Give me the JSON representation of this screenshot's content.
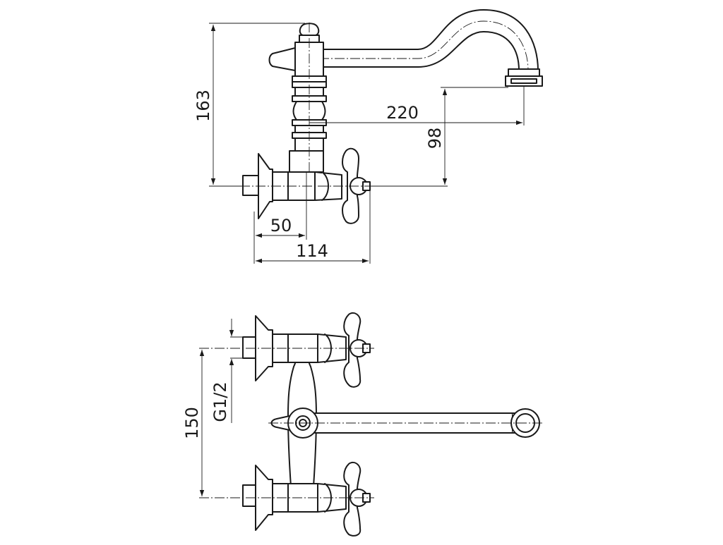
{
  "dimensions": {
    "side_view": {
      "height_total": "163",
      "spout_reach": "220",
      "spout_height": "98",
      "inlet_to_body": "50",
      "body_depth": "114"
    },
    "front_view": {
      "inlet_spacing": "150",
      "thread": "G1/2"
    }
  }
}
